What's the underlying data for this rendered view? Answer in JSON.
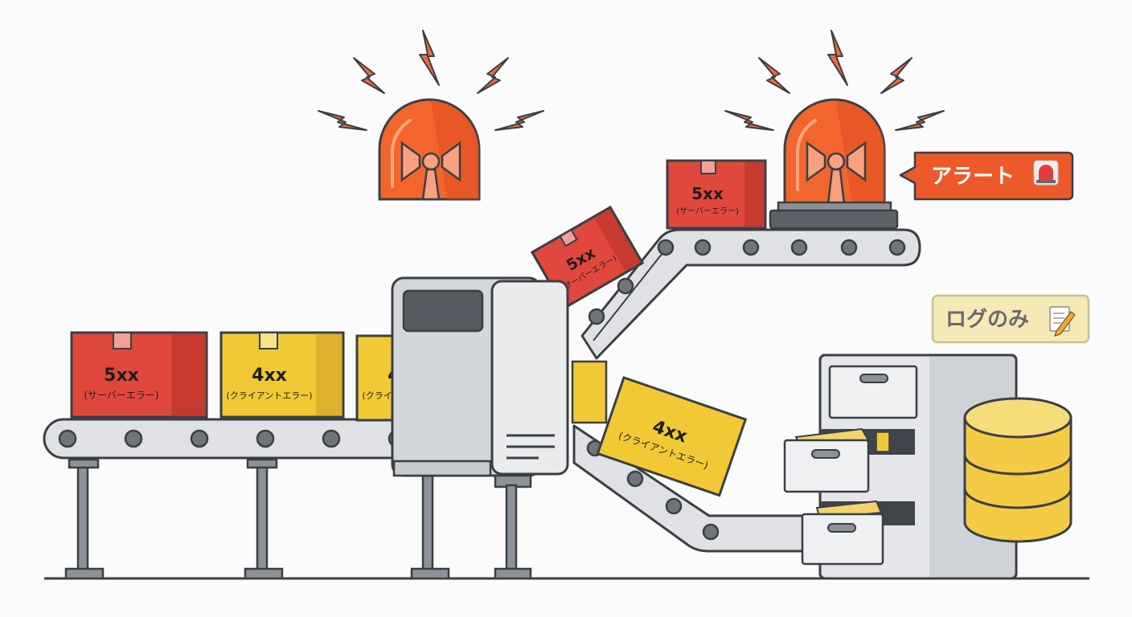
{
  "boxes": {
    "server_code": "5xx",
    "server_desc": "(サーバーエラー)",
    "client_code": "4xx",
    "client_desc": "(クライアントエラー)"
  },
  "labels": {
    "alert": "アラート",
    "alert_icon": "rotating-light-icon",
    "log_only": "ログのみ",
    "log_icon": "memo-icon"
  },
  "colors": {
    "server_box": "#e0483e",
    "client_box": "#f0c935",
    "alert_badge": "#ec5a2a",
    "log_badge": "#f5e9b6",
    "siren": "#f2662e",
    "database": "#f3cb45",
    "outline": "#3b3f44"
  }
}
